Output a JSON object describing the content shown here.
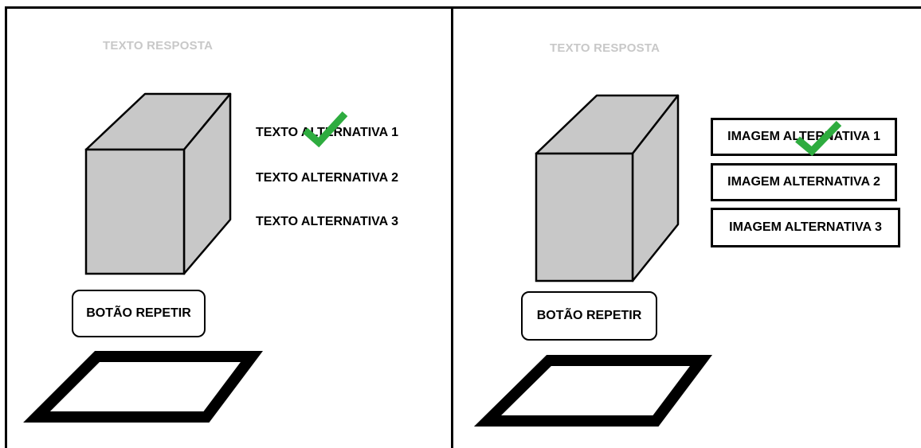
{
  "left_panel": {
    "response_label": "TEXTO RESPOSTA",
    "alternatives": [
      "TEXTO ALTERNATIVA 1",
      "TEXTO ALTERNATIVA 2",
      "TEXTO ALTERNATIVA 3"
    ],
    "repeat_button": "BOTÃO REPETIR"
  },
  "right_panel": {
    "response_label": "TEXTO RESPOSTA",
    "alternatives": [
      "IMAGEM ALTERNATIVA 1",
      "IMAGEM ALTERNATIVA 2",
      "IMAGEM ALTERNATIVA 3"
    ],
    "repeat_button": "BOTÃO REPETIR"
  },
  "colors": {
    "response_label": "#c8c8c8",
    "cube_fill": "#c8c8c8",
    "check": "#2eac3f",
    "border": "#000000"
  },
  "icons": {
    "correct_marker": "check-icon",
    "object": "cube-icon",
    "target_area": "parallelogram-pad"
  }
}
